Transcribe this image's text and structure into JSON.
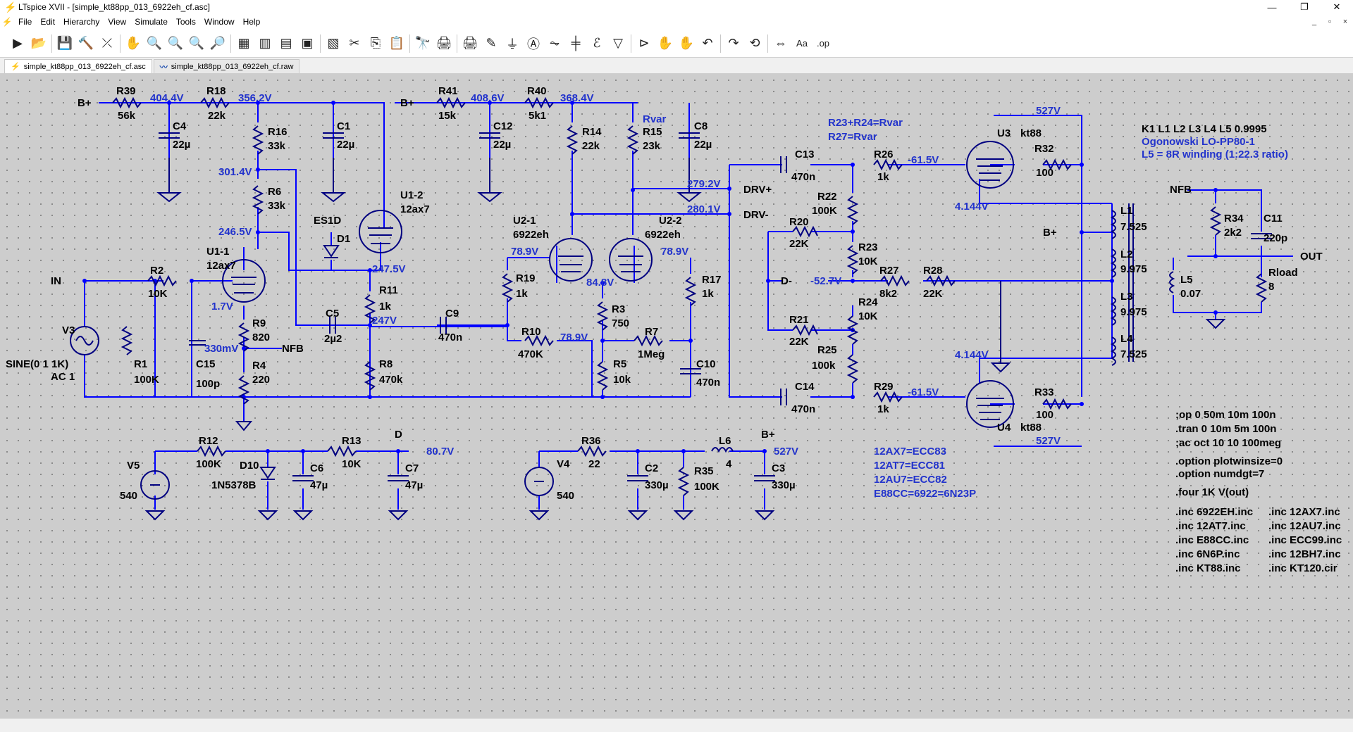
{
  "window": {
    "title": "LTspice XVII - [simple_kt88pp_013_6922eh_cf.asc]",
    "min": "—",
    "max": "❐",
    "close": "✕",
    "mdi_min": "_",
    "mdi_restore": "▫",
    "mdi_close": "×"
  },
  "menu": [
    "File",
    "Edit",
    "Hierarchy",
    "View",
    "Simulate",
    "Tools",
    "Window",
    "Help"
  ],
  "tabs": [
    {
      "label": "simple_kt88pp_013_6922eh_cf.asc",
      "icon": "schematic-icon"
    },
    {
      "label": "simple_kt88pp_013_6922eh_cf.raw",
      "icon": "waveform-icon"
    }
  ],
  "toolbar_icons": [
    "run-icon",
    "open-icon",
    "save-icon",
    "control-panel-icon",
    "pick-visible-traces-icon",
    "pan-icon",
    "zoom-in-icon",
    "zoom-out-icon",
    "zoom-area-icon",
    "zoom-fit-icon",
    "autorange-icon",
    "waveform-view-icon",
    "tile-horizontal-icon",
    "tile-vertical-icon",
    "cascade-icon",
    "cut-icon",
    "copy-icon",
    "paste-icon",
    "find-icon",
    "print-icon",
    "print-preview-icon",
    "draw-wire-icon",
    "ground-icon",
    "label-net-icon",
    "resistor-icon",
    "capacitor-icon",
    "inductor-icon",
    "diode-icon",
    "component-icon",
    "move-icon",
    "drag-icon",
    "undo-icon",
    "redo-icon",
    "rotate-icon",
    "mirror-icon",
    "text-icon",
    "spice-directive-icon"
  ],
  "toolbar_glyphs": [
    "▶",
    "📂",
    "💾",
    "🔨",
    "⤫",
    "✋",
    "🔍",
    "🔍",
    "🔍",
    "🔎",
    "▦",
    "▥",
    "▤",
    "▣",
    "▧",
    "✂",
    "⎘",
    "📋",
    "🔭",
    "🖨",
    "🖨",
    "✎",
    "⏚",
    "Ⓐ",
    "⏦",
    "╪",
    "ℰ",
    "▽",
    "⊳",
    "✋",
    "✋",
    "↶",
    "↷",
    "⟲",
    "⇔",
    "Aa",
    ".op"
  ],
  "schematic": {
    "colors": {
      "wire": "#0000ff",
      "component": "#000080",
      "label": "#000000",
      "voltage": "#2233cc",
      "directive": "#000000"
    },
    "labels": {
      "bplus1": "B+",
      "r39": "R39",
      "r39v": "56k",
      "n404": "404.4V",
      "r18": "R18",
      "r18v": "22k",
      "n356": "356.2V",
      "c4": "C4",
      "c4v": "22µ",
      "c1": "C1",
      "c1v": "22µ",
      "r16": "R16",
      "r16v": "33k",
      "n301": "301.4V",
      "r6": "R6",
      "r6v": "33k",
      "n246": "246.5V",
      "es1d": "ES1D",
      "d1": "D1",
      "u1_2": "U1-2",
      "u1_2t": "12ax7",
      "n247_5": "247.5V",
      "u1_1": "U1-1",
      "u1_1t": "12ax7",
      "in": "IN",
      "r2": "R2",
      "r2v": "10K",
      "n1_7": "1.7V",
      "r11": "R11",
      "r11v": "1k",
      "r9": "R9",
      "r9v": "820",
      "c5": "C5",
      "c5v": "2µ2",
      "n247": "247V",
      "c9": "C9",
      "c9v": "470n",
      "n330m": "330mV",
      "nfb1": "NFB",
      "v3": "V3",
      "sine": "SINE(0 1 1K)",
      "ac1": "AC 1",
      "r1": "R1",
      "r1v": "100K",
      "c15": "C15",
      "c15v": "100p",
      "r4": "R4",
      "r4v": "220",
      "r8": "R8",
      "r8v": "470k",
      "bplus2": "B+",
      "r41": "R41",
      "r41v": "15k",
      "n408": "408.6V",
      "r40": "R40",
      "r40v": "5k1",
      "n368": "368.4V",
      "c12": "C12",
      "c12v": "22µ",
      "r14": "R14",
      "r14v": "22k",
      "rvar1": "Rvar",
      "r15": "R15",
      "r15v": "23k",
      "c8": "C8",
      "c8v": "22µ",
      "n279": "279.2V",
      "drvp": "DRV+",
      "n280": "280.1V",
      "drvm": "DRV-",
      "u2_1": "U2-1",
      "u2_1t": "6922eh",
      "u2_2": "U2-2",
      "u2_2t": "6922eh",
      "n78_9a": "78.9V",
      "n78_9b": "78.9V",
      "n84_8": "84.8V",
      "r19": "R19",
      "r19v": "1k",
      "r17": "R17",
      "r17v": "1k",
      "r3": "R3",
      "r3v": "750",
      "r10": "R10",
      "r10v": "470K",
      "n78_9c": "78.9V",
      "r7": "R7",
      "r7v": "1Meg",
      "r5": "R5",
      "r5v": "10k",
      "c10": "C10",
      "c10v": "470n",
      "eq1": "R23+R24=Rvar",
      "eq2": "R27=Rvar",
      "c13": "C13",
      "c13v": "470n",
      "r26": "R26",
      "r26v": "1k",
      "n61a": "-61.5V",
      "r22": "R22",
      "r22v": "100K",
      "r20": "R20",
      "r20v": "22K",
      "r23": "R23",
      "r23v": "10K",
      "dm": "D-",
      "n52": "-52.7V",
      "r27": "R27",
      "r27v": "8k2",
      "r28": "R28",
      "r28v": "22K",
      "r24": "R24",
      "r24v": "10K",
      "r21": "R21",
      "r21v": "22K",
      "r25": "R25",
      "r25v": "100k",
      "c14": "C14",
      "c14v": "470n",
      "r29": "R29",
      "r29v": "1k",
      "n61b": "-61.5V",
      "n527a": "527V",
      "u3": "U3",
      "u3t": "kt88",
      "r32": "R32",
      "r32v": "100",
      "n4_144a": "4.144V",
      "l1": "L1",
      "l1v": "7.525",
      "bplus3": "B+",
      "l2": "L2",
      "l2v": "9.975",
      "l3": "L3",
      "l3v": "9.975",
      "l4": "L4",
      "l4v": "7.525",
      "n4_144b": "4.144V",
      "r33": "R33",
      "r33v": "100",
      "u4": "U4",
      "u4t": "kt88",
      "n527b": "527V",
      "k1": "K1 L1 L2 L3 L4 L5 0.9995",
      "ogon": "Ogonowski LO-PP80-1",
      "l5ratio": "L5 = 8R winding (1:22.3 ratio)",
      "nfb2": "NFB",
      "r34": "R34",
      "r34v": "2k2",
      "c11": "C11",
      "c11v": "220p",
      "out": "OUT",
      "l5": "L5",
      "l5v": "0.07",
      "rload": "Rload",
      "rloadv": "8",
      "r12": "R12",
      "r12v": "100K",
      "r13": "R13",
      "r13v": "10K",
      "dlab": "D",
      "n80": "80.7V",
      "v5": "V5",
      "v5v": "540",
      "d10": "D10",
      "d10v": "1N5378B",
      "c6": "C6",
      "c6v": "47µ",
      "c7": "C7",
      "c7v": "47µ",
      "r36": "R36",
      "r36v": "22",
      "l6": "L6",
      "l6v": "4",
      "bp4": "B+",
      "n527c": "527V",
      "v4": "V4",
      "v4v": "540",
      "c2": "C2",
      "c2v": "330µ",
      "r35": "R35",
      "r35v": "100K",
      "c3": "C3",
      "c3v": "330µ",
      "eqa": "12AX7=ECC83",
      "eqb": "12AT7=ECC81",
      "eqc": "12AU7=ECC82",
      "eqd": "E88CC=6922=6N23P",
      "op": ";op 0 50m 10m 100n",
      "tran": ".tran 0 10m 5m 100n",
      "ac": ";ac oct 10 10 100meg",
      "opt1": ".option plotwinsize=0",
      "opt2": ".option numdgt=7",
      "four": ".four 1K V(out)",
      "inc1": ".inc 6922EH.inc",
      "inc2": ".inc 12AX7.inc",
      "inc3": ".inc 12AT7.inc",
      "inc4": ".inc 12AU7.inc",
      "inc5": ".inc E88CC.inc",
      "inc6": ".inc ECC99.inc",
      "inc7": ".inc 6N6P.inc",
      "inc8": ".inc 12BH7.inc",
      "inc9": ".inc KT88.inc",
      "inc10": ".inc KT120.cir"
    }
  }
}
